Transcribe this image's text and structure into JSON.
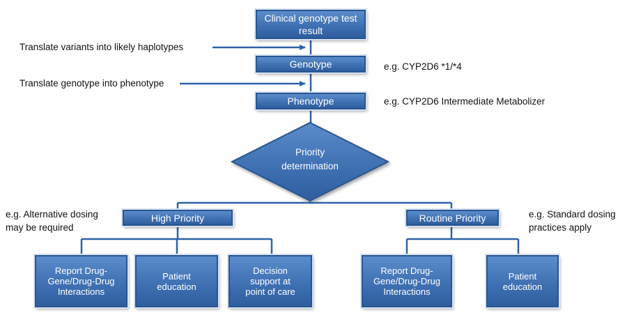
{
  "nodes": {
    "test_result": "Clinical genotype test\nresult",
    "genotype": "Genotype",
    "phenotype": "Phenotype",
    "priority": "Priority\ndetermination",
    "high_priority": "High Priority",
    "routine_priority": "Routine Priority",
    "high_report": "Report Drug-\nGene/Drug-Drug\nInteractions",
    "high_education": "Patient\neducation",
    "high_decision": "Decision\nsupport at\npoint of care",
    "routine_report": "Report Drug-\nGene/Drug-Drug\nInteractions",
    "routine_education": "Patient\neducation"
  },
  "notes": {
    "translate_variants": "Translate variants into likely haplotypes",
    "translate_genotype": "Translate genotype into phenotype",
    "genotype_example": "e.g. CYP2D6 *1/*4",
    "phenotype_example": "e.g. CYP2D6 Intermediate Metabolizer",
    "high_example": "e.g. Alternative dosing\nmay be required",
    "routine_example": "e.g. Standard dosing\npractices apply"
  },
  "colors": {
    "box_fill": "#4a7bbf",
    "box_border": "#2a5592",
    "connector": "#2e62a8",
    "text_dark": "#111111",
    "text_light": "#ffffff"
  }
}
